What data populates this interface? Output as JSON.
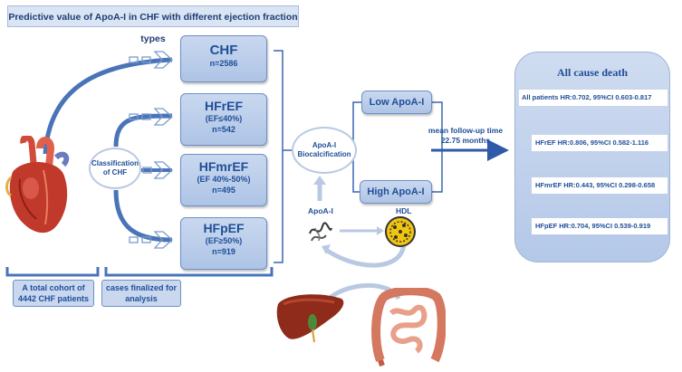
{
  "title": "Predictive value of ApoA-I in CHF with different ejection fraction types",
  "classification": {
    "label": "Classification of CHF",
    "groups": [
      {
        "name": "CHF",
        "detail": "",
        "n": "n=2586"
      },
      {
        "name": "HFrEF",
        "detail": "(EF≤40%)",
        "n": "n=542"
      },
      {
        "name": "HFmrEF",
        "detail": "(EF 40%-50%)",
        "n": "n=495"
      },
      {
        "name": "HFpEF",
        "detail": "(EF≥50%)",
        "n": "n=919"
      }
    ]
  },
  "apoa_node": {
    "label": "ApoA-I Biocalcification"
  },
  "levels": {
    "low": "Low ApoA-I",
    "high": "High ApoA-I"
  },
  "followup": {
    "line1": "mean follow-up time",
    "line2": "22.75 months"
  },
  "molecules": {
    "apoa": "ApoA-I",
    "hdl": "HDL"
  },
  "footer": {
    "cohort": "A total cohort of 4442 CHF patients",
    "cases": "cases finalized for analysis"
  },
  "outcome": {
    "title": "All cause death",
    "results": [
      {
        "group": "All patients",
        "stat": "HR:0.702, 95%CI 0.603-0.817"
      },
      {
        "group": "HFrEF",
        "stat": "HR:0.806, 95%CI 0.582-1.116"
      },
      {
        "group": "HFmrEF",
        "stat": "HR:0.443, 95%CI 0.298-0.658"
      },
      {
        "group": "HFpEF",
        "stat": "HR:0.704, 95%CI 0.539-0.919"
      }
    ]
  },
  "colors": {
    "primary": "#1f4e98",
    "box_fill": "#c0d2ec",
    "line": "#4a74b8",
    "heart": "#c0392b"
  },
  "icons": [
    "heart-illustration",
    "liver-illustration",
    "intestine-illustration",
    "apoa-molecule-icon",
    "hdl-particle-icon"
  ]
}
